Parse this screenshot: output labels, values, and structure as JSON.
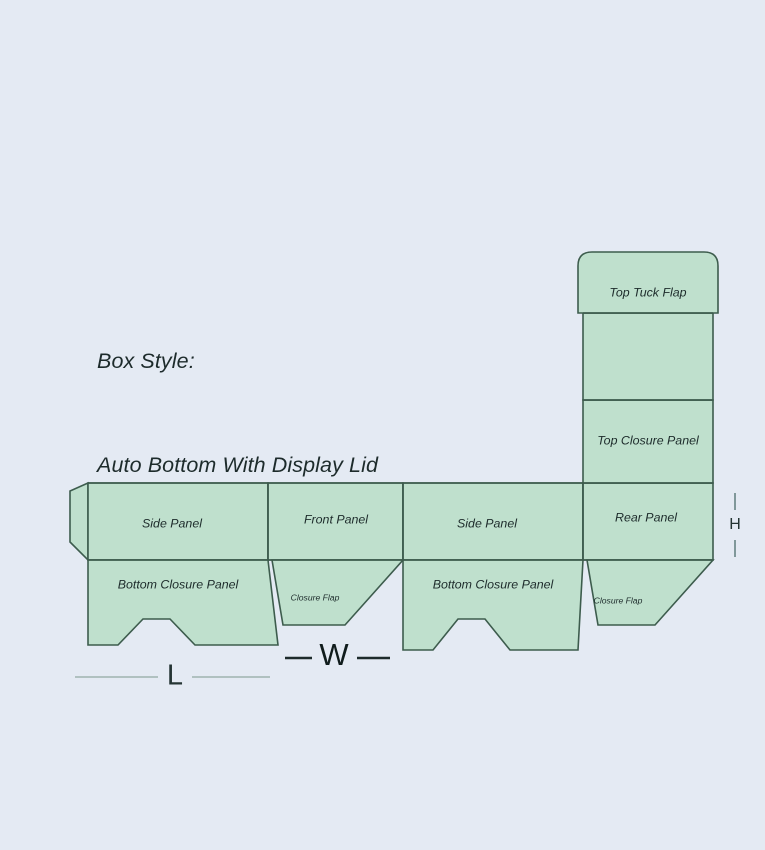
{
  "title": {
    "line1": "Box Style:",
    "line2": "Auto Bottom With Display Lid"
  },
  "colors": {
    "background": "#e4eaf3",
    "panel_fill": "#bfe0cd",
    "panel_stroke": "#3d5c4d",
    "label_text": "#1d2b2b",
    "dim_light": "#9fb3b0",
    "dim_dark": "#101c1c"
  },
  "panels": {
    "top_tuck_flap": "Top Tuck Flap",
    "top_lid_panel": "",
    "top_closure_panel": "Top Closure Panel",
    "side_panel_left": "Side Panel",
    "front_panel": "Front Panel",
    "side_panel_right": "Side Panel",
    "rear_panel": "Rear Panel",
    "bottom_closure_panel_left": "Bottom Closure Panel",
    "bottom_closure_panel_right": "Bottom Closure Panel",
    "closure_flap_front": "Closure Flap",
    "closure_flap_rear": "Closure Flap",
    "glue_tab": ""
  },
  "dimensions": {
    "length": "L",
    "width": "W",
    "height": "H"
  }
}
